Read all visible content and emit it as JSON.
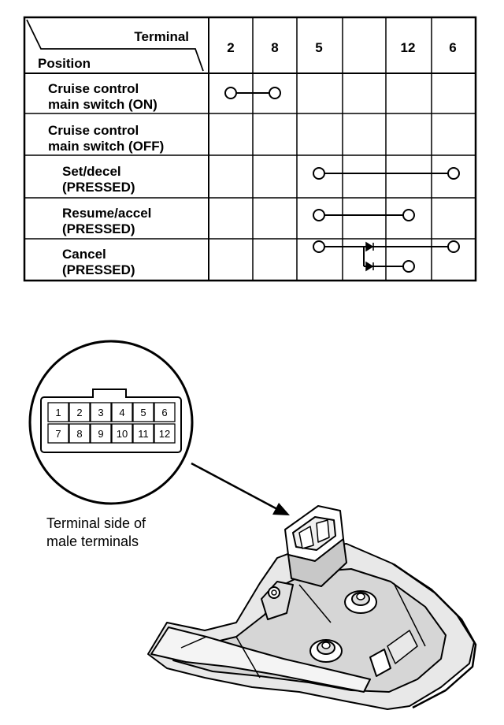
{
  "table": {
    "header_terminal": "Terminal",
    "header_position": "Position",
    "columns": [
      "2",
      "8",
      "5",
      "",
      "12",
      "6"
    ],
    "rows": [
      {
        "line1": "Cruise control",
        "line2": "main switch (ON)"
      },
      {
        "line1": "Cruise control",
        "line2": "main switch (OFF)"
      },
      {
        "line1": "Set/decel",
        "line2": "(PRESSED)"
      },
      {
        "line1": "Resume/accel",
        "line2": "(PRESSED)"
      },
      {
        "line1": "Cancel",
        "line2": "(PRESSED)"
      }
    ]
  },
  "connector": {
    "top_row": [
      "1",
      "2",
      "3",
      "4",
      "5",
      "6"
    ],
    "bottom_row": [
      "7",
      "8",
      "9",
      "10",
      "11",
      "12"
    ]
  },
  "caption": {
    "line1": "Terminal side of",
    "line2": "male terminals"
  }
}
